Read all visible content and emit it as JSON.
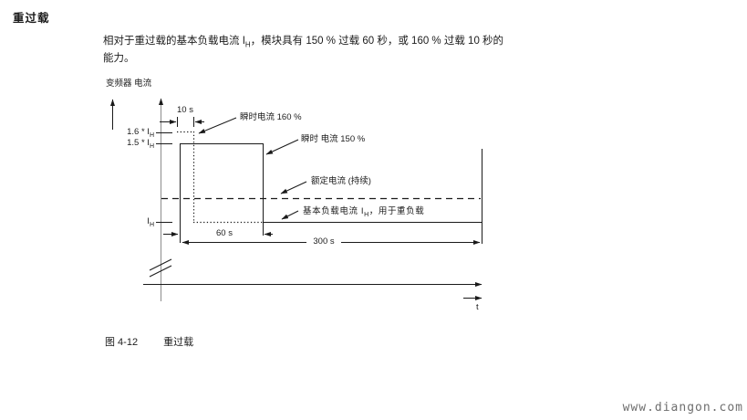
{
  "page": {
    "title": "重过载",
    "paragraph": {
      "line1_pre": "相对于重过载的基本负载电流 I",
      "line1_sub": "H",
      "line1_post": "，模块具有 150 % 过载 60 秒，或 160 % 过载 10 秒的",
      "line2": "能力。"
    }
  },
  "figure": {
    "y_axis_title": "变频器 电流",
    "x_axis_symbol": "t",
    "levels": {
      "l160_pre": "1.6 * I",
      "l160_sub": "H",
      "l150_pre": "1.5 * I",
      "l150_sub": "H",
      "lbase_pre": "I",
      "lbase_sub": "H"
    },
    "durations": {
      "d10": "10 s",
      "d60": "60 s",
      "d300": "300 s"
    },
    "annotations": {
      "inst160": "瞬时电流 160 %",
      "inst150": "瞬时 电流 150 %",
      "rated": "额定电流 (持续)",
      "base_pre": "基本负载电流 I",
      "base_sub": "H",
      "base_post": "，用于重负载"
    }
  },
  "caption": {
    "number": "图 4-12",
    "text": "重过载"
  },
  "watermark": "www.diangon.com",
  "chart_data": {
    "type": "line",
    "title": "图 4-12 重过载",
    "xlabel": "t",
    "ylabel": "变频器电流",
    "y_ticks": [
      "1.6 * IH",
      "1.5 * IH",
      "IH"
    ],
    "x_durations_s": [
      10,
      60,
      300
    ],
    "series": [
      {
        "name": "瞬时电流 160 %",
        "level_multiple_of_IH": 1.6,
        "duration_s": 10,
        "style": "dotted"
      },
      {
        "name": "瞬时 电流 150 %",
        "level_multiple_of_IH": 1.5,
        "duration_s": 60,
        "style": "solid"
      },
      {
        "name": "额定电流 (持续)",
        "level": "rated continuous current",
        "style": "dashed"
      },
      {
        "name": "基本负载电流 IH, 用于重负载",
        "level_multiple_of_IH": 1.0,
        "cycle_s": 300,
        "style": "solid"
      }
    ],
    "overload_capability": [
      {
        "percent": 150,
        "duration_s": 60
      },
      {
        "percent": 160,
        "duration_s": 10
      }
    ]
  }
}
